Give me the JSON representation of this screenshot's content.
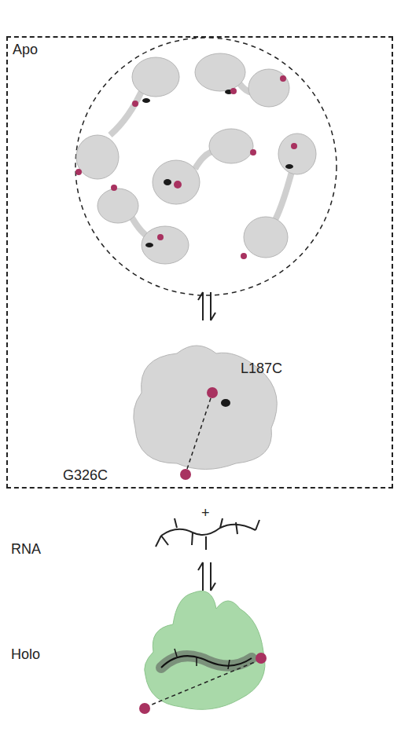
{
  "diagram": {
    "nodes": [
      {
        "text": [
          "Apo"
        ]
      }
    ],
    "labels": [
      "L187C",
      "G326C",
      "RNA",
      "+",
      "Holo"
    ]
  }
}
